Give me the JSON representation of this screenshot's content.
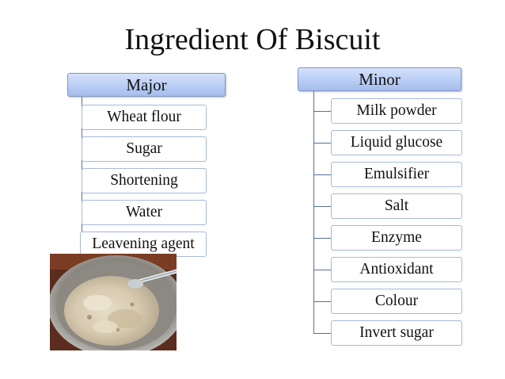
{
  "title": "Ingredient Of Biscuit",
  "major": {
    "label": "Major",
    "items": [
      "Wheat flour",
      "Sugar",
      "Shortening",
      "Water",
      "Leavening agent"
    ]
  },
  "minor": {
    "label": "Minor",
    "items": [
      "Milk powder",
      "Liquid glucose",
      "Emulsifier",
      "Salt",
      "Enzyme",
      "Antioxidant",
      "Colour",
      "Invert sugar"
    ]
  },
  "colors": {
    "header_fill": "#b9cdf5",
    "header_border": "#7f95c0",
    "item_border": "#a9b9d8",
    "connector": "#5a6f9c"
  },
  "icons": {
    "photo": "flour-bowl-photo"
  }
}
